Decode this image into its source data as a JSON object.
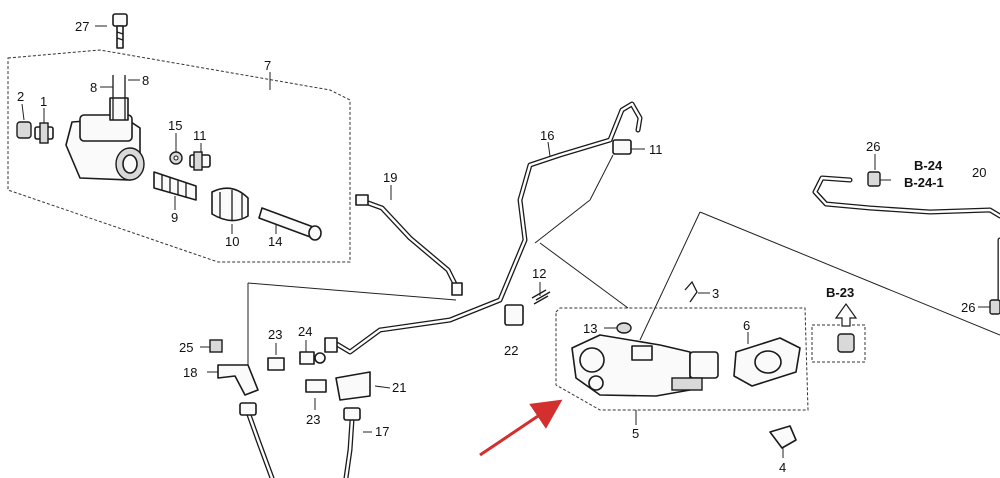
{
  "labels": {
    "p1": "1",
    "p2": "2",
    "p3": "3",
    "p4": "4",
    "p5": "5",
    "p6": "6",
    "p7": "7",
    "p8a": "8",
    "p8b": "8",
    "p9": "9",
    "p10": "10",
    "p11a": "11",
    "p11b": "11",
    "p12": "12",
    "p13": "13",
    "p14": "14",
    "p15": "15",
    "p16": "16",
    "p17": "17",
    "p18": "18",
    "p19": "19",
    "p20": "20",
    "p21": "21",
    "p22": "22",
    "p23a": "23",
    "p23b": "23",
    "p24": "24",
    "p25": "25",
    "p26a": "26",
    "p26b": "26",
    "p27": "27"
  },
  "refs": {
    "b24": "B-24",
    "b241": "B-24-1",
    "b23": "B-23"
  },
  "colors": {
    "arrow": "#d32f2f",
    "line": "#1a1a1a"
  },
  "highlight": {
    "icon": "red-pointer-arrow",
    "target_part": "5"
  }
}
